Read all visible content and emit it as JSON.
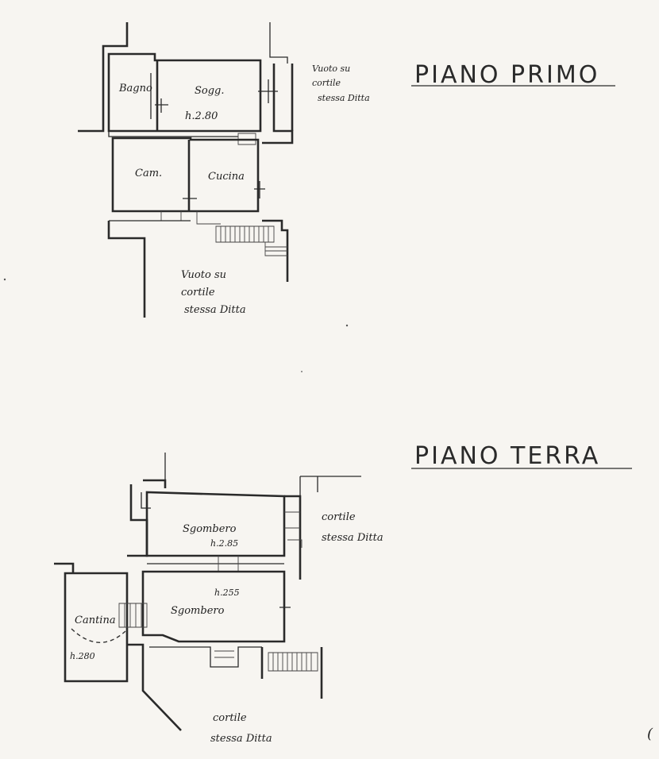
{
  "first_floor": {
    "title": "PIANO PRIMO",
    "rooms": {
      "bagno": "Bagno",
      "sogg": "Sogg.",
      "sogg_height": "h.2.80",
      "camera": "Cam.",
      "cucina": "Cucina"
    },
    "notes": {
      "right_line1": "Vuoto su",
      "right_line2": "cortile",
      "right_line3": "stessa Ditta",
      "bottom_line1": "Vuoto su",
      "bottom_line2": "cortile",
      "bottom_line3": "stessa Ditta"
    }
  },
  "ground_floor": {
    "title": "PIANO TERRA",
    "rooms": {
      "sgombero_top": "Sgombero",
      "sgombero_top_height": "h.2.85",
      "sgombero_bottom": "Sgombero",
      "sgombero_bottom_height": "h.255",
      "cantina": "Cantina",
      "cantina_height": "h.280"
    },
    "notes": {
      "right_line1": "cortile",
      "right_line2": "stessa Ditta",
      "bottom_line1": "cortile",
      "bottom_line2": "stessa Ditta"
    }
  },
  "corner_mark": "("
}
